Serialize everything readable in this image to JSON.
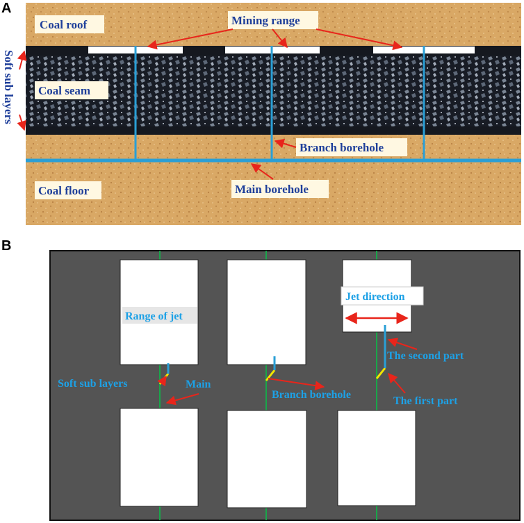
{
  "panel_a": {
    "letter": "A",
    "labels": {
      "coal_roof": "Coal roof",
      "mining_range": "Mining range",
      "coal_seam": "Coal seam",
      "soft_sub_layers": "Soft sub layers",
      "branch_borehole": "Branch borehole",
      "coal_floor": "Coal floor",
      "main_borehole": "Main borehole"
    }
  },
  "panel_b": {
    "letter": "B",
    "labels": {
      "range_of_jet": "Range of jet",
      "jet_direction": "Jet direction",
      "the_second_part": "The second part",
      "soft_sub_layers": "Soft sub layers",
      "main": "Main",
      "branch_borehole": "Branch borehole",
      "the_first_part": "The first part"
    }
  },
  "colors": {
    "rock": "#d9a865",
    "coal": "#15181f",
    "borehole_blue": "#2a9fd6",
    "arrow_red": "#e8251b",
    "label_navy": "#1f3f9a",
    "label_cyan": "#1da1e6",
    "panel_b_bg": "#545454",
    "green_line": "#19a64a",
    "yellow_branch": "#f2e600"
  }
}
